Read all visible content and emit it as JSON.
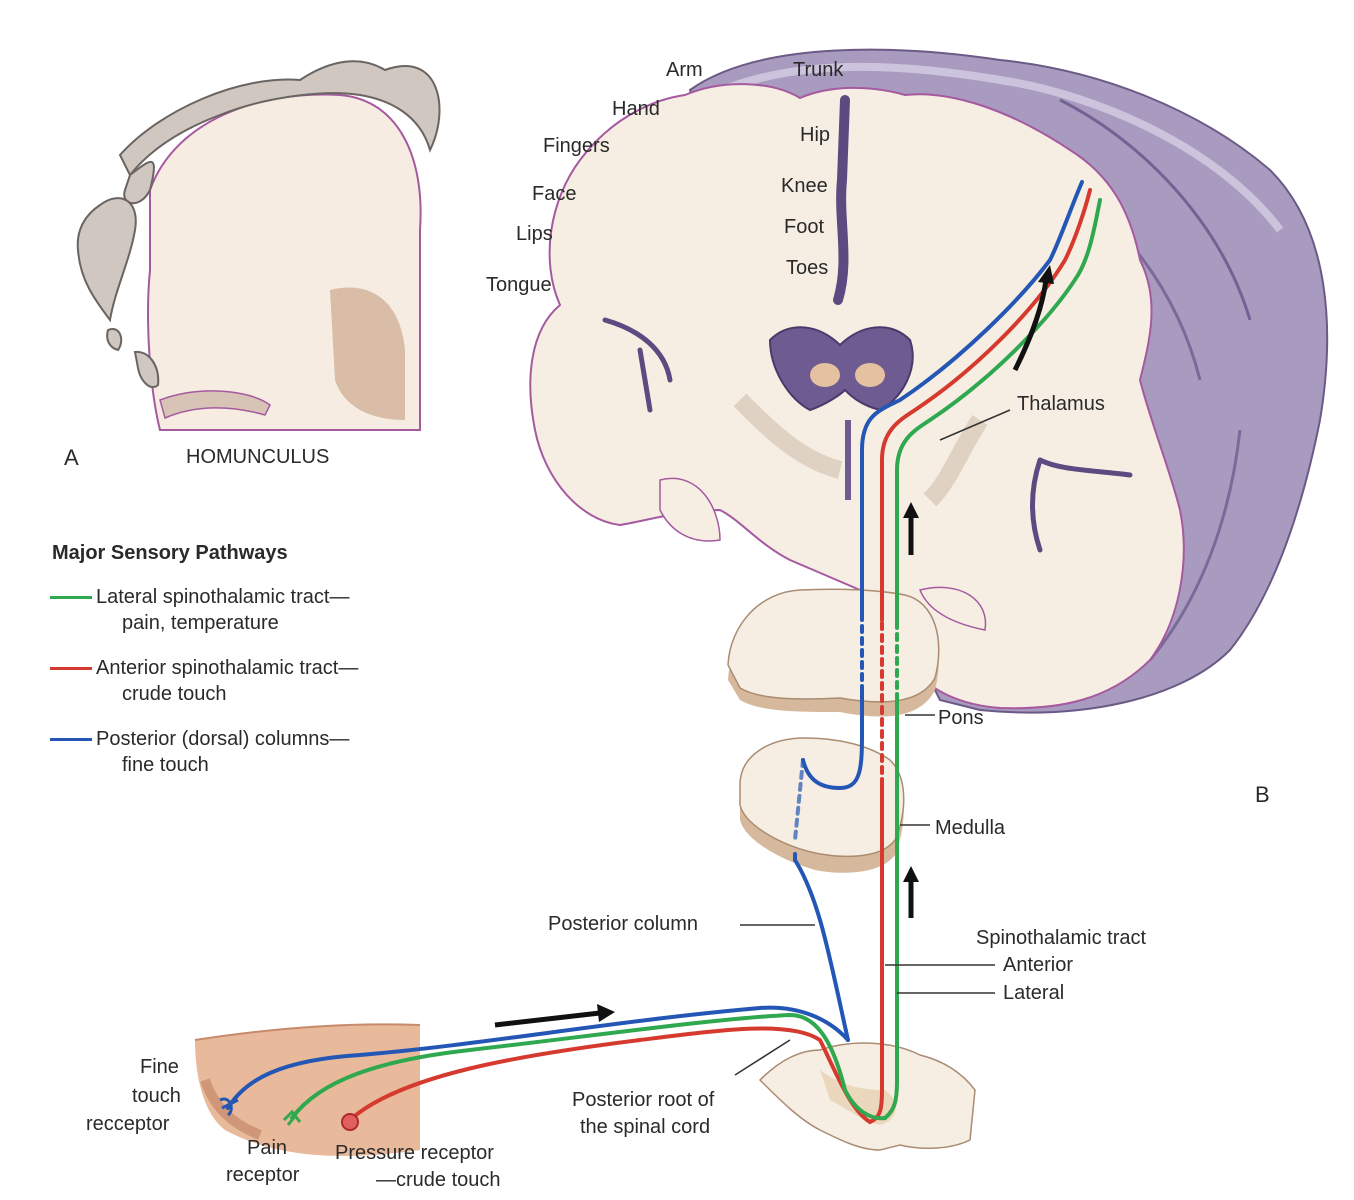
{
  "panel_a": {
    "letter": "A",
    "title": "HOMUNCULUS"
  },
  "panel_b": {
    "letter": "B"
  },
  "homunculus_labels": {
    "arm": "Arm",
    "trunk": "Trunk",
    "hand": "Hand",
    "hip": "Hip",
    "fingers": "Fingers",
    "knee": "Knee",
    "face": "Face",
    "foot": "Foot",
    "lips": "Lips",
    "toes": "Toes",
    "tongue": "Tongue"
  },
  "structures": {
    "thalamus": "Thalamus",
    "pons": "Pons",
    "medulla": "Medulla",
    "posterior_column": "Posterior column",
    "spinothalamic_tract": "Spinothalamic tract",
    "anterior": "Anterior",
    "lateral": "Lateral",
    "posterior_root_1": "Posterior root of",
    "posterior_root_2": "the spinal cord"
  },
  "receptors": {
    "fine_touch_1": "Fine",
    "fine_touch_2": "touch",
    "fine_touch_3": "recceptor",
    "pain_1": "Pain",
    "pain_2": "receptor",
    "pressure_1": "Pressure receptor",
    "pressure_2": "—crude touch"
  },
  "legend": {
    "title": "Major Sensory Pathways",
    "items": [
      {
        "line1": "Lateral spinothalamic tract—",
        "line2": "pain, temperature",
        "color": "#2fa84f"
      },
      {
        "line1": "Anterior spinothalamic tract—",
        "line2": "crude touch",
        "color": "#d63a2e"
      },
      {
        "line1": "Posterior (dorsal) columns—",
        "line2": "fine touch",
        "color": "#2457b5"
      }
    ]
  },
  "colors": {
    "lateral": "#2fa84f",
    "anterior": "#d63a2e",
    "posterior": "#2457b5",
    "tissue": "#f7eee3",
    "cortex": "#a99bbf"
  }
}
